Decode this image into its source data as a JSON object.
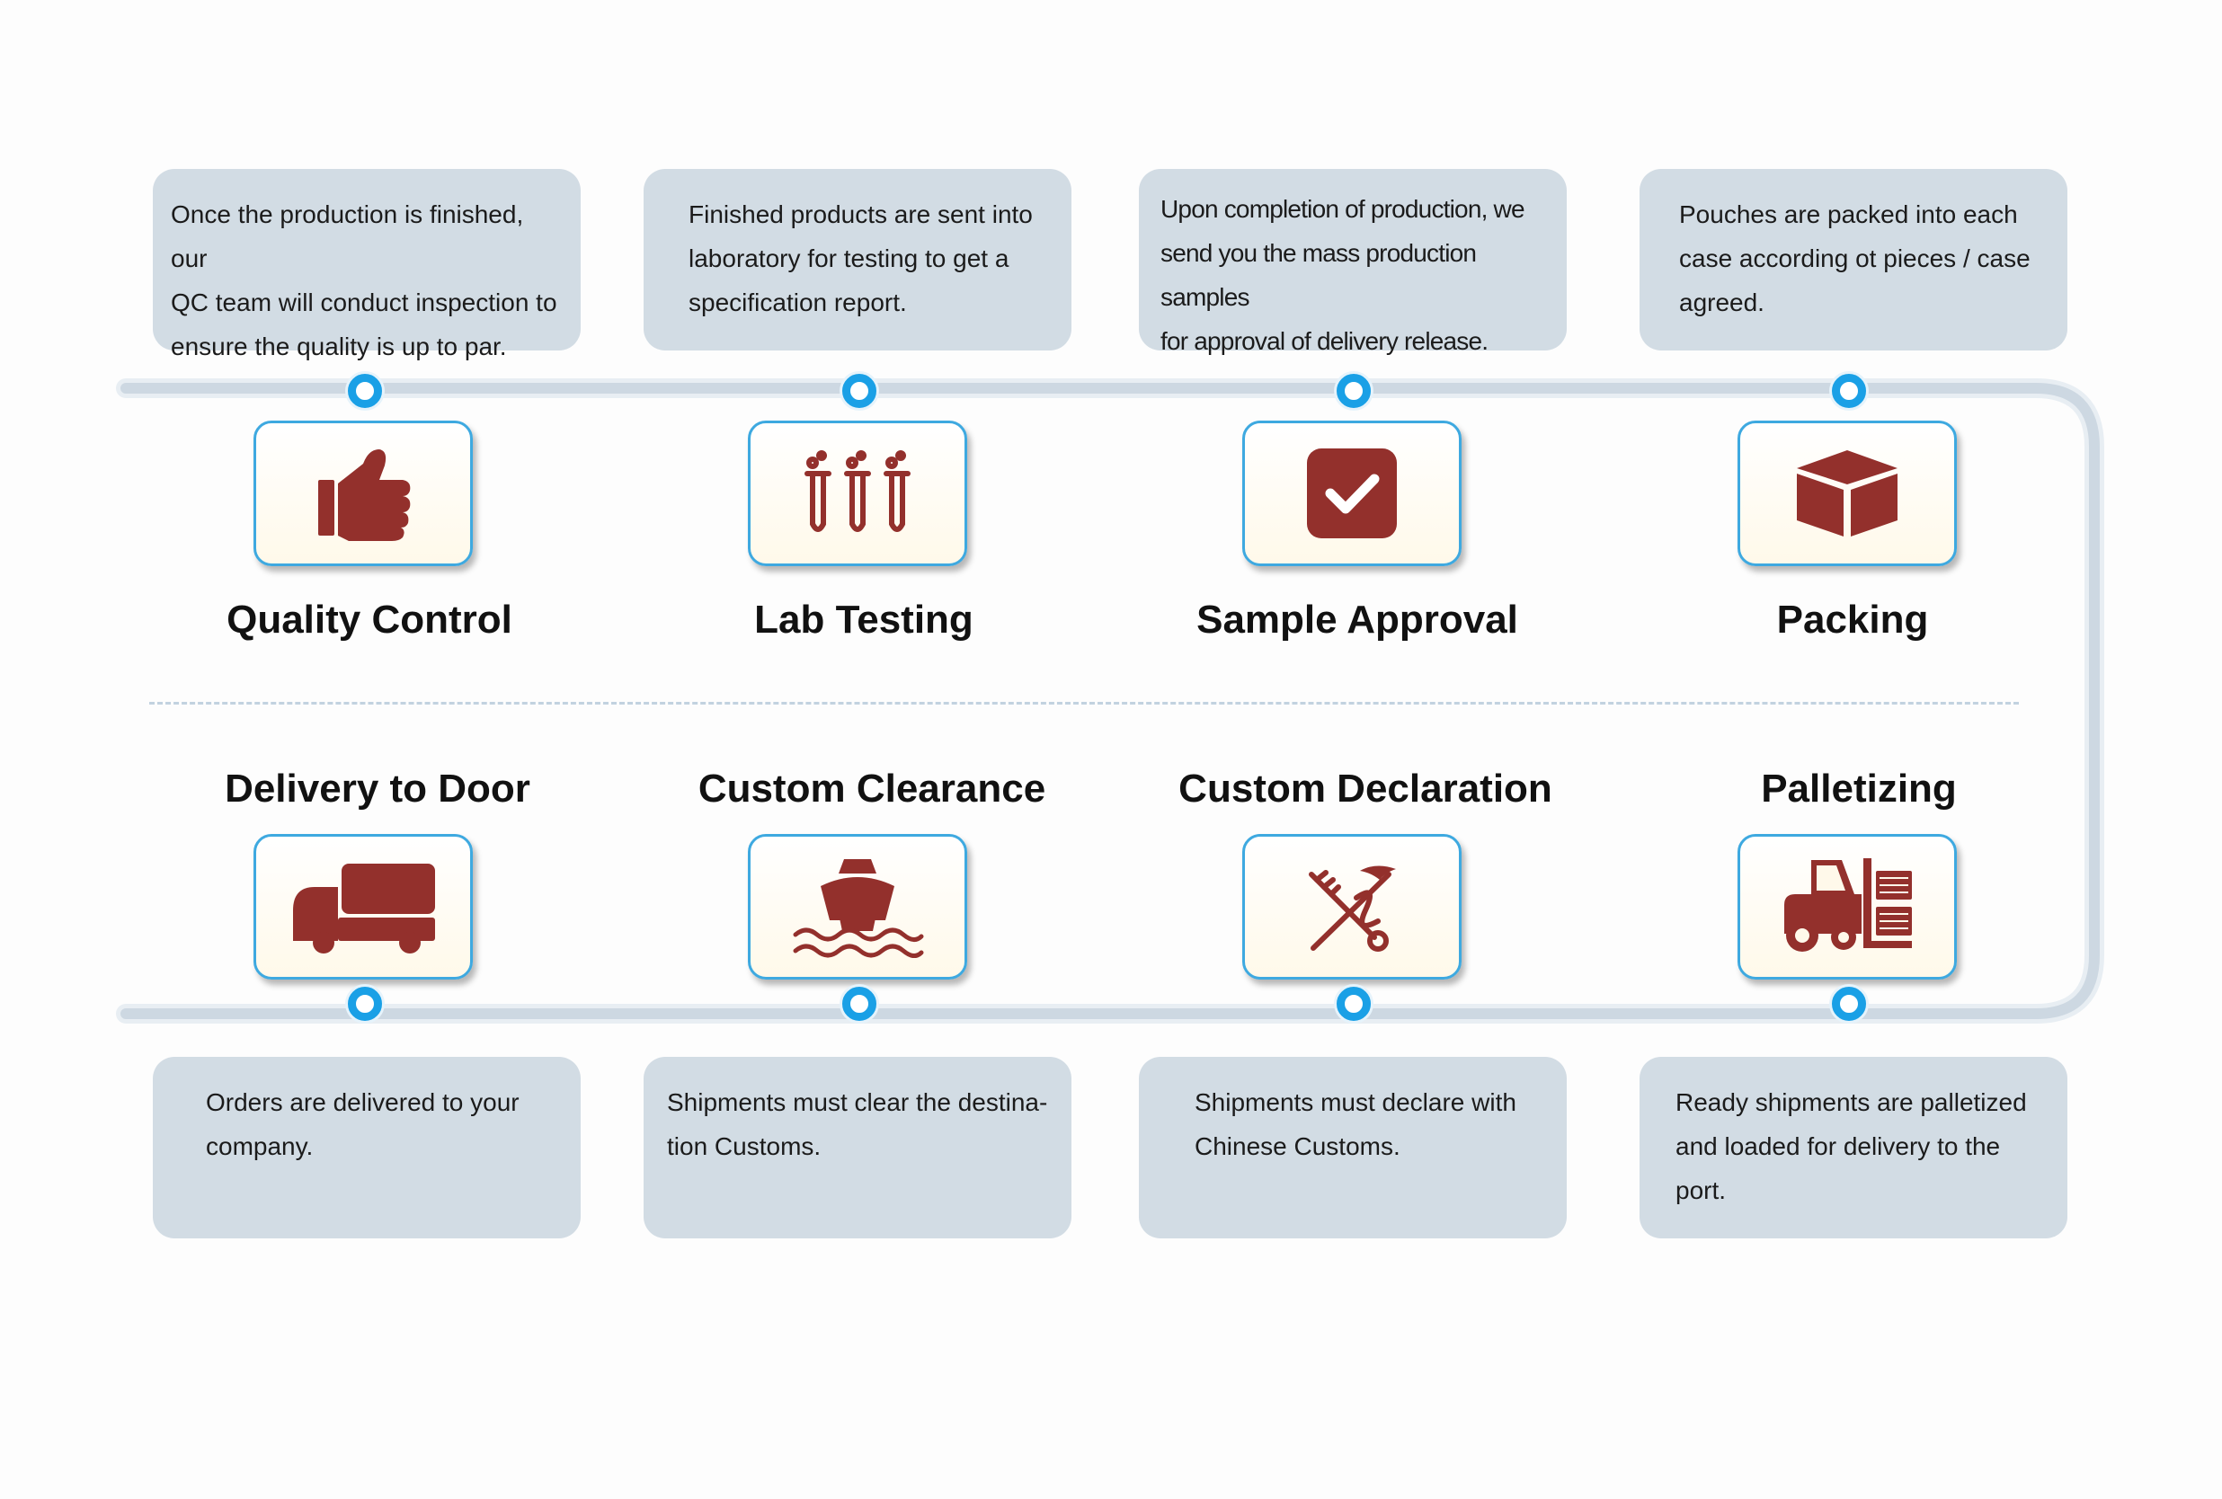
{
  "colors": {
    "icon": "#93302c",
    "track": "#cdd8e2",
    "node": "#1aa0e6",
    "card_border": "#3ea9e0",
    "desc_bg": "#d2dce4"
  },
  "top_steps": [
    {
      "title": "Quality Control",
      "icon": "thumbs-up-icon",
      "description": [
        "Once the production is finished, our",
        "QC team will conduct inspection to",
        "ensure the quality is up to par."
      ]
    },
    {
      "title": "Lab Testing",
      "icon": "test-tubes-icon",
      "description": [
        "Finished products are sent into",
        "laboratory for testing to get a",
        "specification report."
      ]
    },
    {
      "title": "Sample Approval",
      "icon": "checkbox-icon",
      "description": [
        "Upon completion of production, we",
        "send you the mass production samples",
        "for approval of delivery release."
      ]
    },
    {
      "title": "Packing",
      "icon": "box-icon",
      "description": [
        "Pouches are packed into each",
        "case according ot pieces / case",
        "agreed."
      ]
    }
  ],
  "bottom_steps": [
    {
      "title": "Delivery to Door",
      "icon": "truck-icon",
      "description": [
        "Orders are delivered to your",
        "company."
      ]
    },
    {
      "title": "Custom Clearance",
      "icon": "ship-icon",
      "description": [
        "Shipments must clear the destina-",
        "tion Customs."
      ]
    },
    {
      "title": "Custom Declaration",
      "icon": "customs-emblem-icon",
      "description": [
        "Shipments must declare with",
        "Chinese Customs."
      ]
    },
    {
      "title": "Palletizing",
      "icon": "forklift-icon",
      "description": [
        "Ready shipments are palletized",
        "and loaded for delivery to the",
        "port."
      ]
    }
  ]
}
